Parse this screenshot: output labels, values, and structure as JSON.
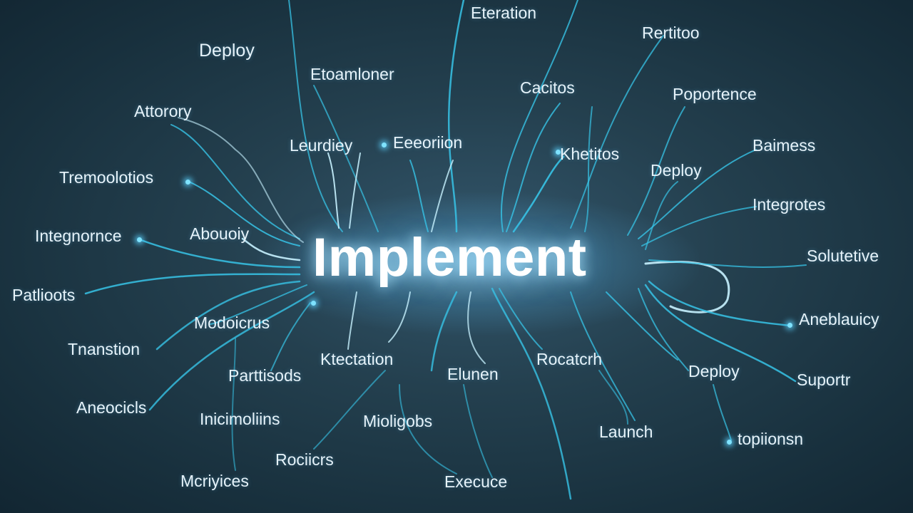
{
  "central_term": "Implement",
  "terms": [
    "Eteration",
    "Deploy",
    "Rertitoo",
    "Etoamloner",
    "Cacitos",
    "Poportence",
    "Attorory",
    "Leurdiey",
    "Eeeoriion",
    "Khetitos",
    "Baimess",
    "Deploy",
    "Tremoolotios",
    "Integrotes",
    "Integnornce",
    "Abouoiy",
    "Solutetive",
    "Patlioots",
    "Aneblauicy",
    "Modoicrus",
    "Tnanstion",
    "Ktectation",
    "Rocatcrh",
    "Deploy",
    "Parttisods",
    "Elunen",
    "Suportr",
    "Aneocicls",
    "Inicimoliins",
    "Mioligobs",
    "Launch",
    "topiionsn",
    "Rociicrs",
    "Mcriyices",
    "Execuce"
  ],
  "colors": {
    "background": "#1c3543",
    "link": "#37c3e6",
    "link_bright": "#c8f2ff",
    "text": "#e6f3fa",
    "central_text": "#ffffff"
  }
}
